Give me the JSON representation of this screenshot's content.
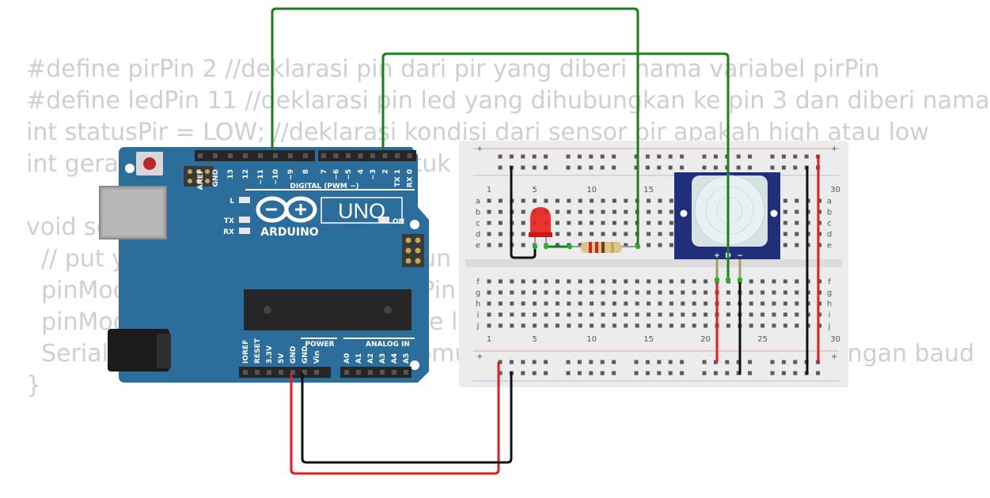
{
  "code_lines": [
    "#define pirPin 2 //deklarasi pin dari pir yang diberi nama variabel pirPin",
    "#define ledPin 11 //deklarasi pin led yang dihubungkan ke pin 3 dan diberi nama",
    "int statusPir = LOW; //deklarasi kondisi dari sensor pir apakah high atau low",
    "int gerak; //deklarasi variabel untuk",
    "",
    "void setup() {",
    "  // put your setup code here, to run once:",
    "  pinMode(pirPin, INPUT); //mode Pin",
    "  pinMode(ledPin, OUTPUT); //mode led",
    "  Serial.begin(9600); //memulai komunikasi serialke serial monitor dengan baud",
    "}"
  ],
  "arduino": {
    "brand": "ARDUINO",
    "model": "UNO",
    "digital_label": "DIGITAL (PWM ~)",
    "power_label": "POWER",
    "analog_label": "ANALOG IN",
    "led_L": "L",
    "led_TX": "TX",
    "led_RX": "RX",
    "on_label": "ON",
    "digital_pins": [
      "AREF",
      "GND",
      "13",
      "12",
      "~11",
      "~10",
      "~9",
      "8",
      "7",
      "~6",
      "~5",
      "4",
      "~3",
      "2",
      "TX 1",
      "RX 0"
    ],
    "power_pins": [
      "IOREF",
      "RESET",
      "3.3V",
      "5V",
      "GND",
      "GND",
      "Vin"
    ],
    "analog_pins": [
      "A0",
      "A1",
      "A2",
      "A3",
      "A4",
      "A5"
    ]
  },
  "breadboard": {
    "col_numbers": [
      "1",
      "5",
      "10",
      "15",
      "20",
      "25",
      "30"
    ],
    "row_letters_top": [
      "a",
      "b",
      "c",
      "d",
      "e"
    ],
    "row_letters_bottom": [
      "f",
      "g",
      "h",
      "i",
      "j"
    ],
    "plus": "+",
    "minus": "-"
  },
  "pir": {
    "pins": [
      "+",
      "D",
      "−"
    ]
  },
  "colors": {
    "board": "#2b6e9c",
    "wire_green": "#1a7f1a",
    "wire_red": "#e21d22",
    "wire_black": "#111111"
  }
}
